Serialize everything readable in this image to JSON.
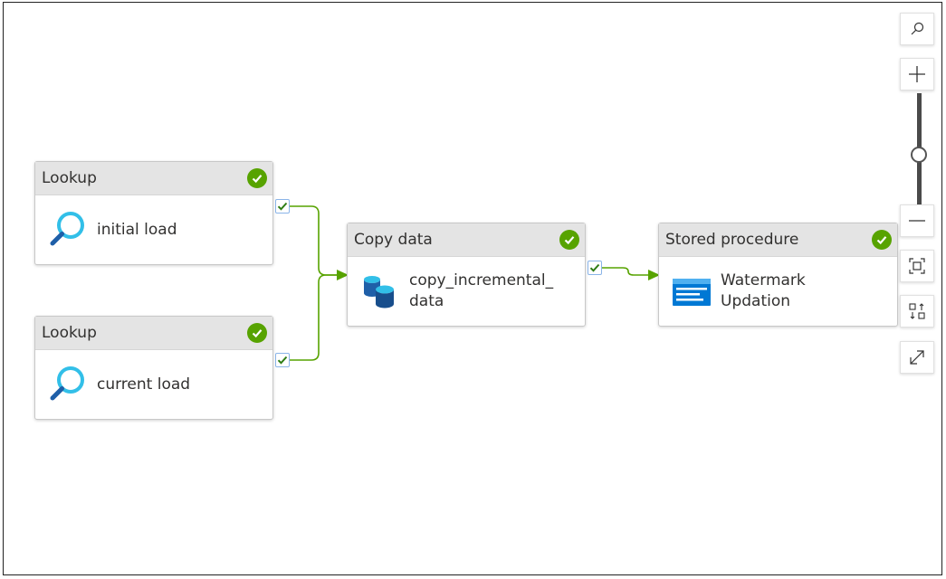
{
  "pipeline": {
    "activities": [
      {
        "type": "Lookup",
        "name": "initial load",
        "status": "succeeded"
      },
      {
        "type": "Lookup",
        "name": "current load",
        "status": "succeeded"
      },
      {
        "type": "Copy data",
        "name": "copy_incremental_",
        "name_line2": "data",
        "status": "succeeded"
      },
      {
        "type": "Stored procedure",
        "name": "Watermark",
        "name_line2": "Updation",
        "status": "succeeded"
      }
    ]
  },
  "colors": {
    "success": "#57a300",
    "connector": "#57a300",
    "lookup_icon": "#32bfe8",
    "copy_icon": "#1f5fa8",
    "storedproc_icon": "#0078d4"
  },
  "toolbar": {
    "buttons": [
      "search-icon",
      "zoom-in-icon",
      "zoom-out-icon",
      "fit-to-screen-icon",
      "auto-align-icon",
      "expand-icon"
    ]
  }
}
